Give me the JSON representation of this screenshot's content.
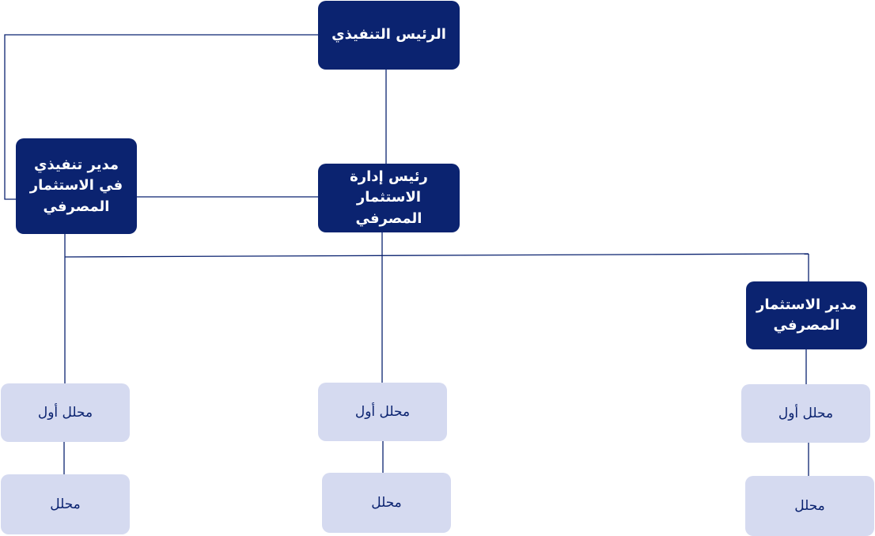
{
  "nodes": {
    "ceo": "الرئيس التنفيذي",
    "head_banking_investment": "رئيس إدارة الاستثمار المصرفي",
    "exec_director_banking_investment": "مدير تنفيذي في الاستثمار المصرفي",
    "manager_banking_investment": "مدير الاستثمار المصرفي",
    "first_analyst_left": "محلل أول",
    "analyst_left": "محلل",
    "first_analyst_center": "محلل أول",
    "analyst_center": "محلل",
    "first_analyst_right": "محلل أول",
    "analyst_right": "محلل"
  },
  "colors": {
    "dark_box": "#0b2370",
    "light_box": "#d5daf0",
    "connector": "#0b2370"
  }
}
